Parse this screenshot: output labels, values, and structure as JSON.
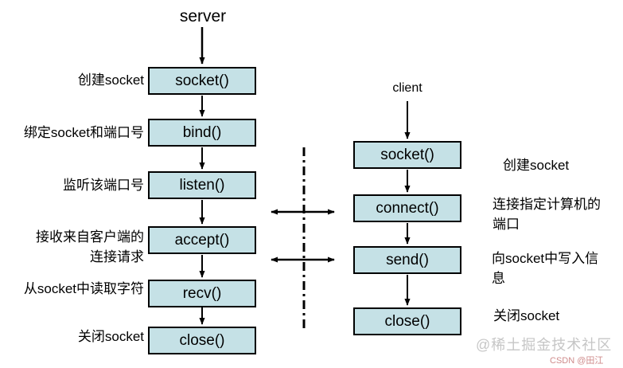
{
  "diagram": {
    "description_note": "TCP socket flow diagram"
  },
  "server": {
    "title": "server",
    "steps": [
      {
        "call": "socket()",
        "annotation": "创建socket"
      },
      {
        "call": "bind()",
        "annotation": "绑定socket和端口号"
      },
      {
        "call": "listen()",
        "annotation": "监听该端口号"
      },
      {
        "call": "accept()",
        "annotation": "接收来自客户端的\n连接请求"
      },
      {
        "call": "recv()",
        "annotation": "从socket中读取字符"
      },
      {
        "call": "close()",
        "annotation": "关闭socket"
      }
    ]
  },
  "client": {
    "title": "client",
    "steps": [
      {
        "call": "socket()",
        "annotation": "创建socket"
      },
      {
        "call": "connect()",
        "annotation": "连接指定计算机的\n端口"
      },
      {
        "call": "send()",
        "annotation": "向socket中写入信\n息"
      },
      {
        "call": "close()",
        "annotation": "关闭socket"
      }
    ]
  },
  "watermarks": {
    "juejin": "@稀土掘金技术社区",
    "csdn": "CSDN @田江"
  },
  "colors": {
    "box_fill": "#c5e1e6",
    "box_border": "#000000",
    "watermark_gray": "#c6c6c6",
    "watermark_red": "#cf8b8b"
  }
}
